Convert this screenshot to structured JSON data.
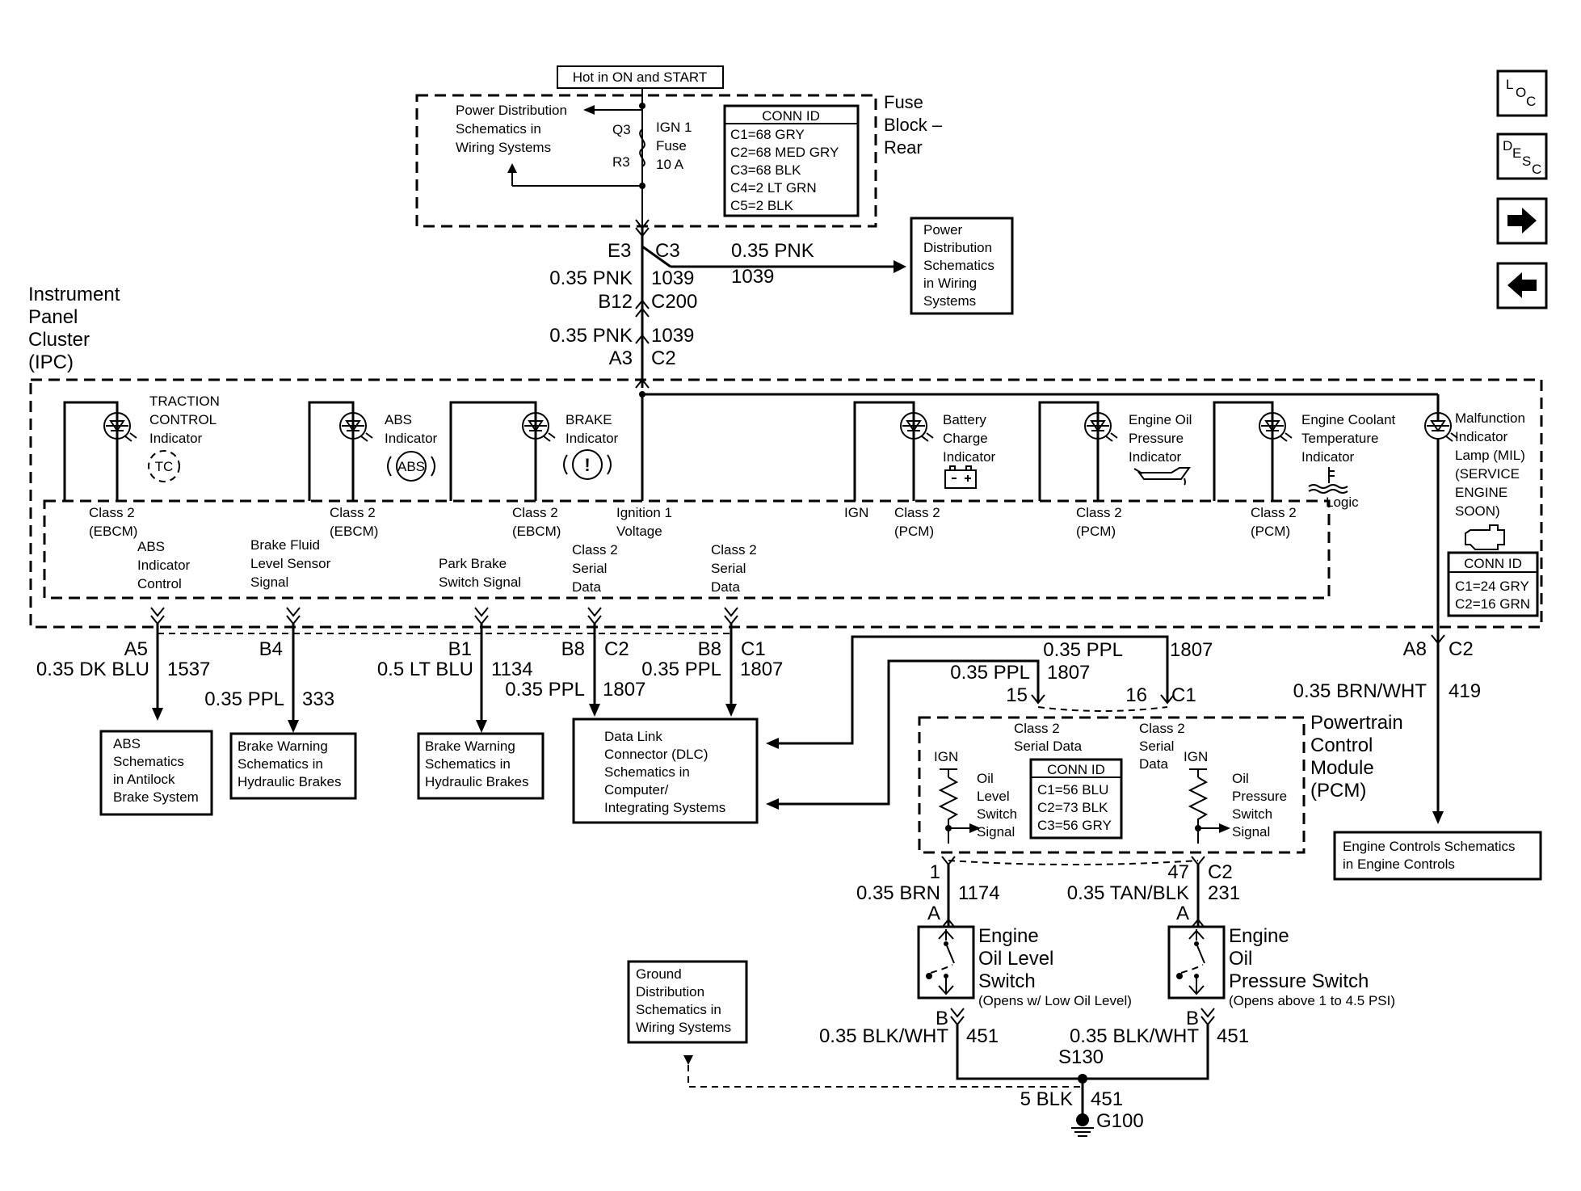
{
  "top": {
    "hot_label": "Hot in ON and START",
    "fuse_block_lines": [
      "Fuse",
      "Block –",
      "Rear"
    ],
    "power_dist_lines": [
      "Power Distribution",
      "Schematics in",
      "Wiring Systems"
    ],
    "q3": "Q3",
    "r3": "R3",
    "fuse_lines": [
      "IGN 1",
      "Fuse",
      "10 A"
    ],
    "conn_title": "CONN ID",
    "conn_lines": [
      "C1=68 GRY",
      "C2=68 MED GRY",
      "C3=68 BLK",
      "C4=2 LT GRN",
      "C5=2 BLK"
    ],
    "e3": "E3",
    "c3": "C3",
    "pnk_right": "0.35 PNK",
    "circ_right": "1039",
    "pd_box_lines": [
      "Power",
      "Distribution",
      "Schematics",
      "in Wiring",
      "Systems"
    ],
    "pnk1": "0.35 PNK",
    "circ1": "1039",
    "b12": "B12",
    "c200": "C200",
    "pnk2": "0.35 PNK",
    "circ2": "1039",
    "a3": "A3",
    "c2": "C2"
  },
  "ipc": {
    "title_lines": [
      "Instrument",
      "Panel",
      "Cluster",
      "(IPC)"
    ],
    "traction_lines": [
      "TRACTION",
      "CONTROL",
      "Indicator"
    ],
    "tc": "TC",
    "abs_lines": [
      "ABS",
      "Indicator"
    ],
    "abs_symbol": "ABS",
    "brake_lines": [
      "BRAKE",
      "Indicator"
    ],
    "brake_symbol": "!",
    "battery_lines": [
      "Battery",
      "Charge",
      "Indicator"
    ],
    "oil_lines": [
      "Engine Oil",
      "Pressure",
      "Indicator"
    ],
    "coolant_lines": [
      "Engine Coolant",
      "Temperature",
      "Indicator"
    ],
    "logic": "Logic",
    "mil_lines": [
      "Malfunction",
      "Indicator",
      "Lamp (MIL)",
      "(SERVICE",
      "ENGINE",
      "SOON)"
    ],
    "class2_ebcm_1": [
      "Class 2",
      "(EBCM)"
    ],
    "class2_ebcm_2": [
      "Class 2",
      "(EBCM)"
    ],
    "class2_ebcm_3": [
      "Class 2",
      "(EBCM)"
    ],
    "ign_volt": [
      "Ignition 1",
      "Voltage"
    ],
    "ign": "IGN",
    "class2_pcm_1": [
      "Class 2",
      "(PCM)"
    ],
    "class2_pcm_2": [
      "Class 2",
      "(PCM)"
    ],
    "class2_pcm_3": [
      "Class 2",
      "(PCM)"
    ],
    "abs_ctrl": [
      "ABS",
      "Indicator",
      "Control"
    ],
    "brake_fluid": [
      "Brake Fluid",
      "Level Sensor",
      "Signal"
    ],
    "park_brake": [
      "Park Brake",
      "Switch Signal"
    ],
    "serial1": [
      "Class 2",
      "Serial",
      "Data"
    ],
    "serial2": [
      "Class 2",
      "Serial",
      "Data"
    ],
    "conn_title": "CONN ID",
    "conn_lines": [
      "C1=24 GRY",
      "C2=16 GRN"
    ]
  },
  "outputs": {
    "a5": "A5",
    "abs_wire": "0.35 DK BLU",
    "abs_circ": "1537",
    "b4": "B4",
    "bf_wire": "0.35 PPL",
    "bf_circ": "333",
    "b1": "B1",
    "pb_wire": "0.5 LT BLU",
    "pb_circ": "1134",
    "b8a": "B8",
    "c2a": "C2",
    "sd1_wire": "0.35 PPL",
    "sd1_circ": "1807",
    "b8b": "B8",
    "c1b": "C1",
    "sd2_wire": "0.35 PPL",
    "sd2_circ": "1807",
    "abs_box": [
      "ABS",
      "Schematics",
      "in Antilock",
      "Brake System"
    ],
    "bw_box1": [
      "Brake Warning",
      "Schematics in",
      "Hydraulic Brakes"
    ],
    "bw_box2": [
      "Brake Warning",
      "Schematics in",
      "Hydraulic Brakes"
    ],
    "dlc_box": [
      "Data Link",
      "Connector (DLC)",
      "Schematics in",
      "Computer/",
      "Integrating Systems"
    ],
    "a8": "A8",
    "c2r": "C2",
    "mil_wire": "0.35 BRN/WHT",
    "mil_circ": "419",
    "ec_box": [
      "Engine Controls Schematics",
      "in Engine Controls"
    ],
    "ppl_top": "0.35 PPL",
    "ppl_top_circ": "1807",
    "ppl_mid": "0.35 PPL",
    "ppl_mid_circ": "1807",
    "pin15": "15",
    "pin16": "16",
    "c1p": "C1"
  },
  "pcm": {
    "title_lines": [
      "Powertrain",
      "Control",
      "Module",
      "(PCM)"
    ],
    "serial_left": [
      "Class 2",
      "Serial Data"
    ],
    "serial_right": [
      "Class 2",
      "Serial",
      "Data"
    ],
    "ign_left": "IGN",
    "ign_right": "IGN",
    "oil_level_sig": [
      "Oil",
      "Level",
      "Switch",
      "Signal"
    ],
    "oil_press_sig": [
      "Oil",
      "Pressure",
      "Switch",
      "Signal"
    ],
    "conn_title": "CONN ID",
    "conn_lines": [
      "C1=56 BLU",
      "C2=73 BLK",
      "C3=56 GRY"
    ]
  },
  "bottom": {
    "pin1": "1",
    "brn_wire": "0.35 BRN",
    "brn_circ": "1174",
    "a_left": "A",
    "pin47": "47",
    "c2b": "C2",
    "tan_wire": "0.35 TAN/BLK",
    "tan_circ": "231",
    "a_right": "A",
    "level_switch_lines": [
      "Engine",
      "Oil Level",
      "Switch"
    ],
    "level_note": "(Opens w/ Low Oil Level)",
    "press_switch_lines": [
      "Engine",
      "Oil",
      "Pressure Switch"
    ],
    "press_note": "(Opens above 1 to 4.5 PSI)",
    "b_left": "B",
    "b_right": "B",
    "blk_left": "0.35 BLK/WHT",
    "blk_left_circ": "451",
    "blk_right": "0.35 BLK/WHT",
    "blk_right_circ": "451",
    "s130": "S130",
    "gnd_wire": "5 BLK",
    "gnd_circ": "451",
    "g100": "G100",
    "ground_box": [
      "Ground",
      "Distribution",
      "Schematics in",
      "Wiring Systems"
    ]
  },
  "nav": {
    "loc": [
      "L",
      "O",
      "C"
    ],
    "desc": [
      "D",
      "E",
      "S",
      "C"
    ],
    "next_icon": "right-arrow",
    "prev_icon": "left-arrow"
  }
}
